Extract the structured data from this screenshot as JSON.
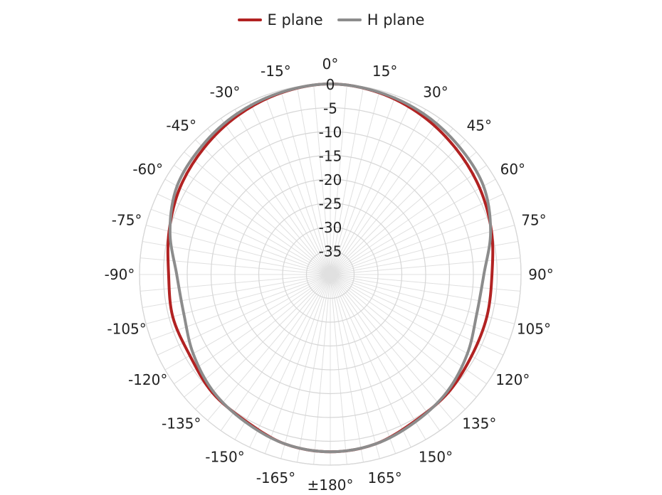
{
  "chart_data": {
    "type": "polar-line",
    "angular_unit": "degrees",
    "radial_axis": {
      "min": -40,
      "max": 0,
      "ticks": [
        0,
        -5,
        -10,
        -15,
        -20,
        -25,
        -30,
        -35
      ],
      "tick_labels": [
        "0",
        "-5",
        "-10",
        "-15",
        "-20",
        "-25",
        "-30",
        "-35"
      ]
    },
    "angle_ticks": [
      0,
      15,
      30,
      45,
      60,
      75,
      90,
      105,
      120,
      135,
      150,
      165,
      180,
      -165,
      -150,
      -135,
      -120,
      -105,
      -90,
      -75,
      -60,
      -45,
      -30,
      -15
    ],
    "angle_tick_labels": [
      "0°",
      "15°",
      "30°",
      "45°",
      "60°",
      "75°",
      "90°",
      "105°",
      "120°",
      "135°",
      "150°",
      "165°",
      "±180°",
      "-165°",
      "-150°",
      "-135°",
      "-120°",
      "-105°",
      "-90°",
      "-75°",
      "-60°",
      "-45°",
      "-30°",
      "-15°"
    ],
    "grid": true,
    "legend_placement": "top",
    "series": [
      {
        "name": "E plane",
        "color": "#b22222",
        "angles": [
          -180,
          -165,
          -150,
          -135,
          -120,
          -105,
          -90,
          -75,
          -60,
          -45,
          -30,
          -15,
          0,
          15,
          30,
          45,
          60,
          75,
          90,
          105,
          120,
          135,
          150,
          165,
          180
        ],
        "values": [
          -2.8,
          -3.2,
          -4.5,
          -5.0,
          -6.0,
          -5.8,
          -6.1,
          -5.0,
          -3.6,
          -2.5,
          -1.4,
          -0.5,
          0,
          -0.5,
          -1.5,
          -2.7,
          -3.8,
          -5.0,
          -6.1,
          -6.0,
          -5.8,
          -5.0,
          -4.5,
          -3.2,
          -2.8
        ]
      },
      {
        "name": "H plane",
        "color": "#8c8c8c",
        "angles": [
          -180,
          -165,
          -150,
          -135,
          -120,
          -105,
          -90,
          -75,
          -60,
          -45,
          -30,
          -15,
          0,
          15,
          30,
          45,
          60,
          75,
          90,
          105,
          120,
          135,
          150,
          165,
          180
        ],
        "values": [
          -2.8,
          -3.2,
          -4.3,
          -5.3,
          -6.8,
          -8.2,
          -7.8,
          -5.2,
          -2.9,
          -1.9,
          -1.0,
          -0.4,
          0,
          -0.4,
          -1.0,
          -1.9,
          -2.9,
          -5.2,
          -7.8,
          -8.2,
          -6.8,
          -5.3,
          -4.3,
          -3.2,
          -2.8
        ]
      }
    ]
  }
}
